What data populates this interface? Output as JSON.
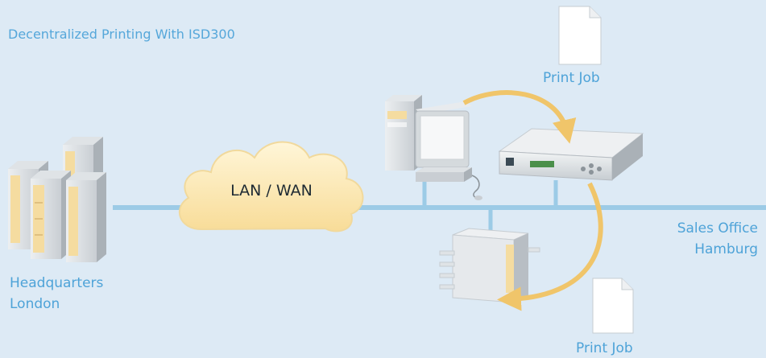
{
  "diagram": {
    "title": "Decentralized Printing With ISD300",
    "cloud_label": "LAN / WAN",
    "headquarters": {
      "line1": "Headquarters",
      "line2": "London"
    },
    "sales_office": {
      "line1": "Sales Office",
      "line2": "Hamburg"
    },
    "print_job_top": "Print Job",
    "print_job_bottom": "Print Job"
  },
  "colors": {
    "background": "#ddeaf5",
    "network_line": "#9ccbe6",
    "label_text": "#4ea3d8",
    "arrow": "#f0c56a",
    "cloud_fill": "#fde9b7",
    "server_accent": "#f5dca0"
  },
  "icons": [
    "server-cluster-icon",
    "cloud-icon",
    "desktop-computer-icon",
    "print-server-device-icon",
    "printer-icon",
    "document-icon"
  ]
}
